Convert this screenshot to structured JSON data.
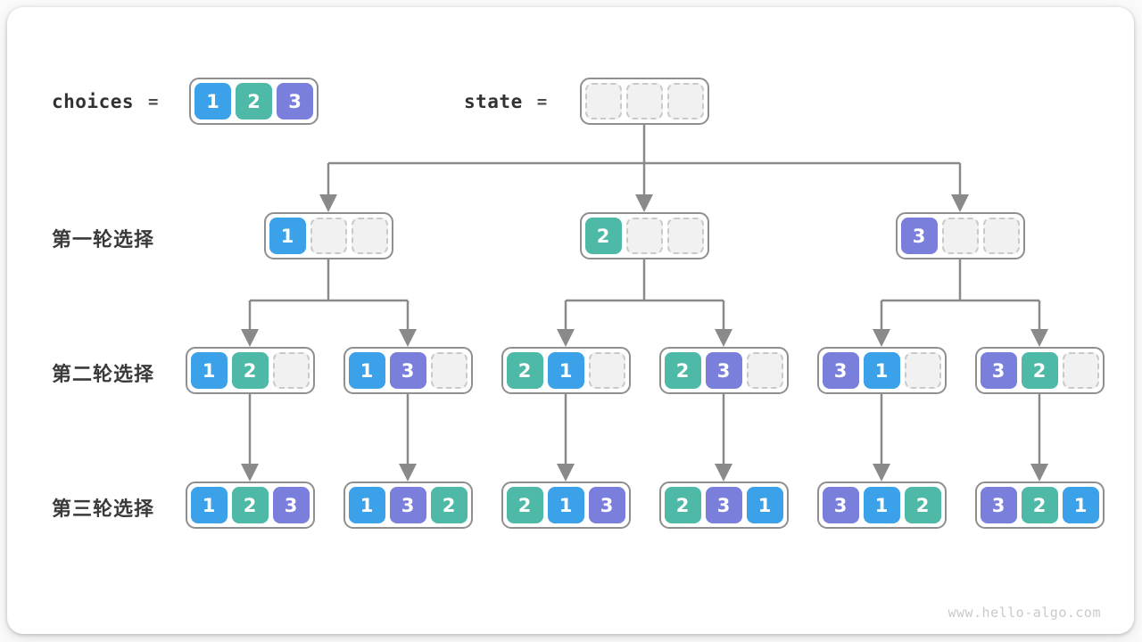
{
  "header": {
    "choices_label": "choices",
    "state_label": "state",
    "equals_sign": "=",
    "choices_cells": [
      1,
      2,
      3
    ],
    "state_cells": [
      null,
      null,
      null
    ]
  },
  "rows": [
    {
      "label": "第一轮选择",
      "nodes": [
        [
          1,
          null,
          null
        ],
        [
          2,
          null,
          null
        ],
        [
          3,
          null,
          null
        ]
      ]
    },
    {
      "label": "第二轮选择",
      "nodes": [
        [
          1,
          2,
          null
        ],
        [
          1,
          3,
          null
        ],
        [
          2,
          1,
          null
        ],
        [
          2,
          3,
          null
        ],
        [
          3,
          1,
          null
        ],
        [
          3,
          2,
          null
        ]
      ]
    },
    {
      "label": "第三轮选择",
      "nodes": [
        [
          1,
          2,
          3
        ],
        [
          1,
          3,
          2
        ],
        [
          2,
          1,
          3
        ],
        [
          2,
          3,
          1
        ],
        [
          3,
          1,
          2
        ],
        [
          3,
          2,
          1
        ]
      ]
    }
  ],
  "watermark": "www.hello-algo.com",
  "colors": {
    "value_1": "#3ba1e8",
    "value_2": "#4db9a6",
    "value_3": "#7a7fdb",
    "node_border": "#8f8f8f",
    "arrow": "#8a8a8a",
    "empty_cell_bg": "#f1f1f1",
    "empty_cell_border": "#c9c9c9"
  }
}
